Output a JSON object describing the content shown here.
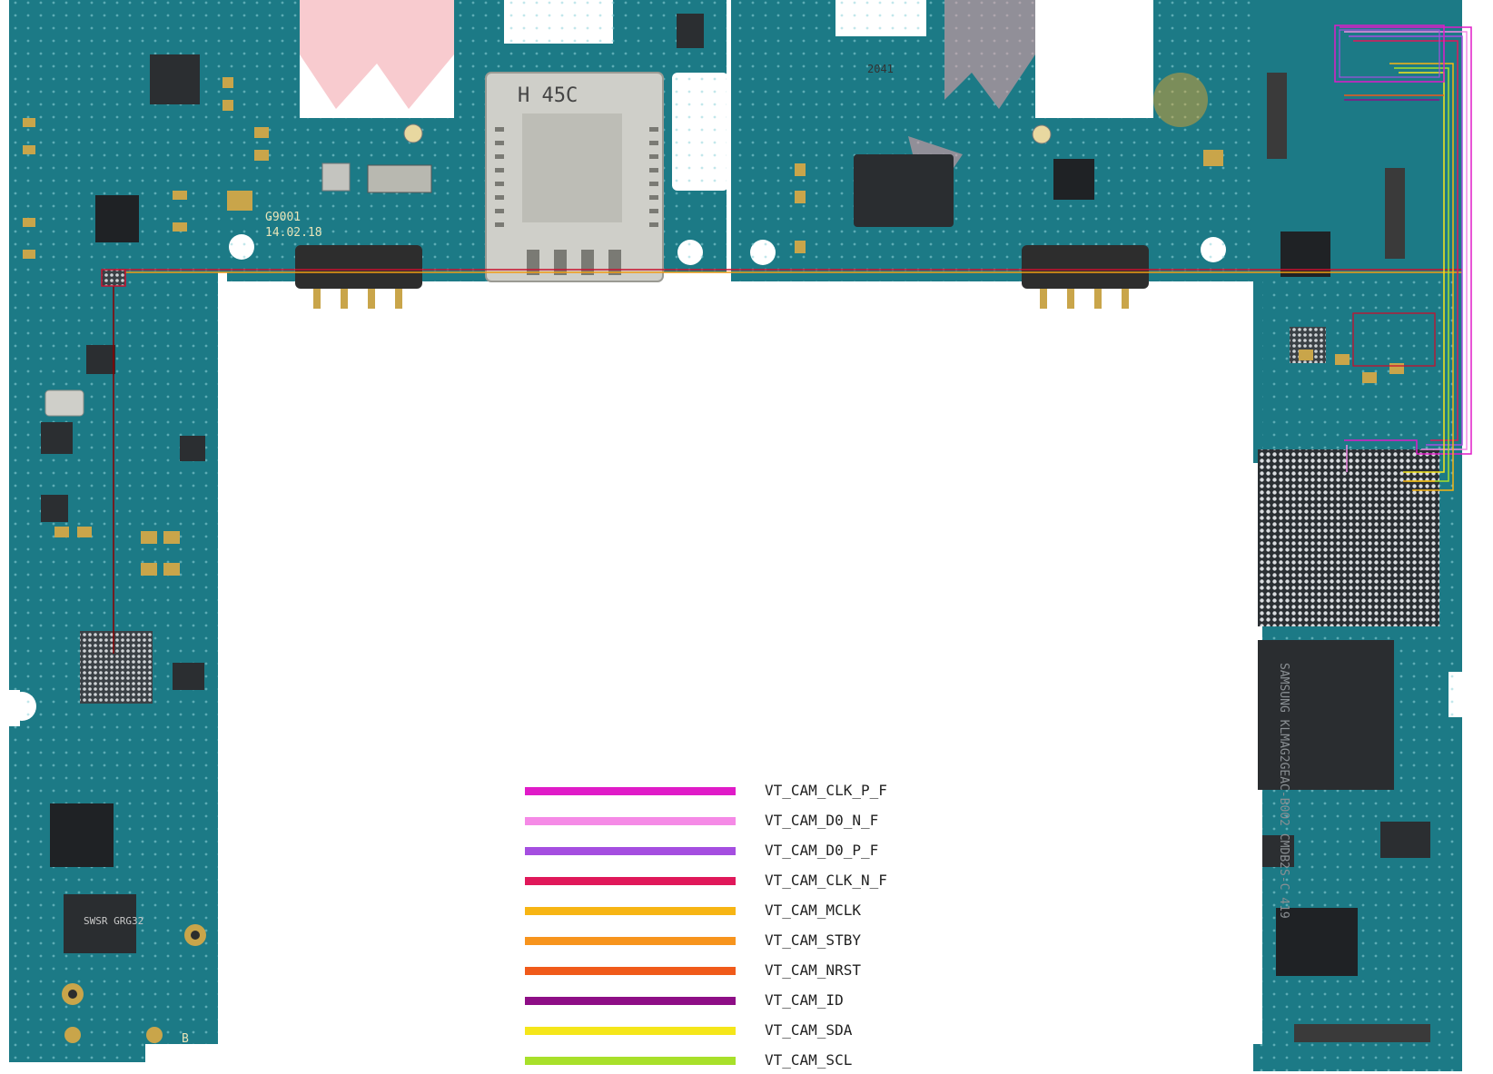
{
  "board": {
    "silkscreen": {
      "model": "G9001",
      "date": "14.02.18",
      "sim_tray_mark": "H 45C",
      "chip_top_mark": "2041",
      "memory_chip": "SAMSUNG KLMAG2GEAC-B002 CMDB2S-C 419",
      "rf_chip": "SWSR GRG32",
      "bottom_mark": "B"
    },
    "colors": {
      "pcb": "#1c7a86",
      "pcb_dark": "#155f6a",
      "pcb_edge": "#2e9aa6",
      "trace_red": "#c8102e",
      "trace_orange": "#f39c12"
    }
  },
  "legend": [
    {
      "label": "VT_CAM_CLK_P_F",
      "color": "#e01bc8"
    },
    {
      "label": "VT_CAM_D0_N_F",
      "color": "#f58ae6"
    },
    {
      "label": "VT_CAM_D0_P_F",
      "color": "#a54ee0"
    },
    {
      "label": "VT_CAM_CLK_N_F",
      "color": "#e0185a"
    },
    {
      "label": "VT_CAM_MCLK",
      "color": "#f7b514"
    },
    {
      "label": "VT_CAM_STBY",
      "color": "#f7941d"
    },
    {
      "label": "VT_CAM_NRST",
      "color": "#f05a1a"
    },
    {
      "label": "VT_CAM_ID",
      "color": "#8e0e86"
    },
    {
      "label": "VT_CAM_SDA",
      "color": "#f5e61a"
    },
    {
      "label": "VT_CAM_SCL",
      "color": "#a8e02a"
    }
  ]
}
